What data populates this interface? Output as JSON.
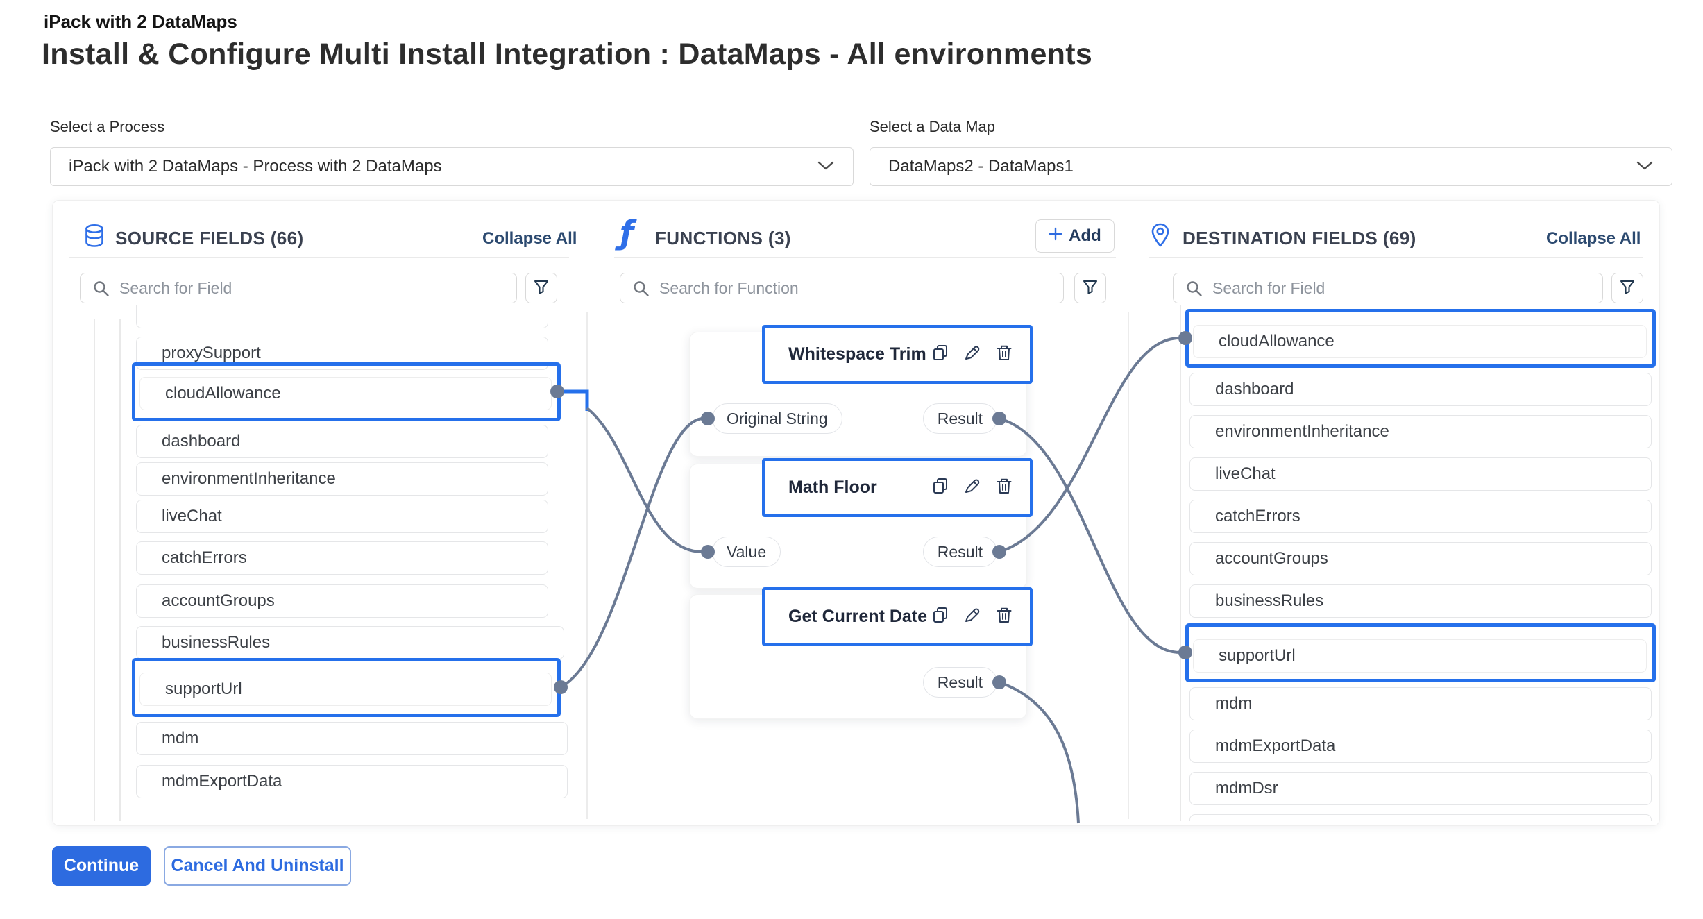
{
  "page": {
    "app_title": "iPack with 2 DataMaps",
    "title": "Install & Configure Multi Install Integration : DataMaps - All environments"
  },
  "selectors": {
    "process_label": "Select a Process",
    "process_value": "iPack with 2 DataMaps - Process with 2 DataMaps",
    "datamap_label": "Select a Data Map",
    "datamap_value": "DataMaps2 - DataMaps1"
  },
  "source_panel": {
    "title": "SOURCE FIELDS (66)",
    "collapse_all": "Collapse All",
    "search_placeholder": "Search for Field",
    "fields": [
      {
        "name": ""
      },
      {
        "name": "proxySupport"
      },
      {
        "name": "cloudAllowance",
        "selected": true
      },
      {
        "name": "dashboard"
      },
      {
        "name": "environmentInheritance"
      },
      {
        "name": "liveChat"
      },
      {
        "name": "catchErrors"
      },
      {
        "name": "accountGroups"
      },
      {
        "name": "businessRules"
      },
      {
        "name": "supportUrl",
        "selected": true
      },
      {
        "name": "mdm"
      },
      {
        "name": "mdmExportData"
      }
    ]
  },
  "functions_panel": {
    "title": "FUNCTIONS (3)",
    "add_label": "Add",
    "search_placeholder": "Search for Function",
    "functions": [
      {
        "name": "Whitespace Trim",
        "input": "Original String",
        "output": "Result"
      },
      {
        "name": "Math Floor",
        "input": "Value",
        "output": "Result"
      },
      {
        "name": "Get Current Date",
        "output": "Result"
      }
    ]
  },
  "destination_panel": {
    "title": "DESTINATION FIELDS (69)",
    "collapse_all": "Collapse All",
    "search_placeholder": "Search for Field",
    "fields": [
      {
        "name": "cloudAllowance",
        "selected": true
      },
      {
        "name": "dashboard"
      },
      {
        "name": "environmentInheritance"
      },
      {
        "name": "liveChat"
      },
      {
        "name": "catchErrors"
      },
      {
        "name": "accountGroups"
      },
      {
        "name": "businessRules"
      },
      {
        "name": "supportUrl",
        "selected": true
      },
      {
        "name": "mdm"
      },
      {
        "name": "mdmExportData"
      },
      {
        "name": "mdmDsr"
      },
      {
        "name": ""
      }
    ]
  },
  "mappings": [
    {
      "from": "source.cloudAllowance",
      "to": "Math Floor.Value"
    },
    {
      "from": "source.supportUrl",
      "to": "Whitespace Trim.Original String"
    },
    {
      "from": "Math Floor.Result",
      "to": "destination.cloudAllowance"
    },
    {
      "from": "Whitespace Trim.Result",
      "to": "destination.supportUrl"
    },
    {
      "from": "Get Current Date.Result",
      "to": "destination.field-below-scroll"
    }
  ],
  "footer": {
    "continue_label": "Continue",
    "cancel_label": "Cancel And Uninstall"
  },
  "icons": {
    "functions_glyph": "ƒ"
  },
  "colors": {
    "accent": "#2570eb",
    "primary_button": "#2d6be0",
    "connector": "#6b7a94"
  }
}
